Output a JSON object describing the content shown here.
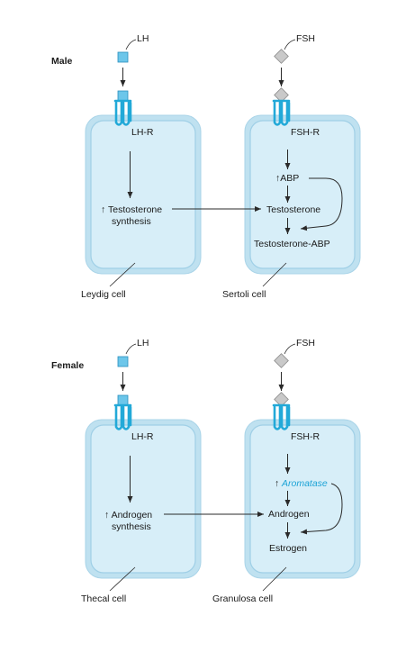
{
  "colors": {
    "cell_fill": "#d7eef8",
    "cell_border": "#9fcfe6",
    "receptor": "#22a9d8",
    "lh_hormone": "#6cc6ea",
    "fsh_hormone": "#c9c9c9",
    "enzyme_text": "#1ca3d6"
  },
  "male": {
    "label": "Male",
    "lh": "LH",
    "fsh": "FSH",
    "lh_receptor": "LH-R",
    "fsh_receptor": "FSH-R",
    "left_cell_text": "↑ Testosterone",
    "left_cell_text2": "synthesis",
    "right_step1": "↑ABP",
    "right_step2": "Testosterone",
    "right_step3": "Testosterone-ABP",
    "left_cell_name": "Leydig cell",
    "right_cell_name": "Sertoli cell"
  },
  "female": {
    "label": "Female",
    "lh": "LH",
    "fsh": "FSH",
    "lh_receptor": "LH-R",
    "fsh_receptor": "FSH-R",
    "left_cell_text": "↑ Androgen",
    "left_cell_text2": "synthesis",
    "right_step1_arrow": "↑",
    "right_step1": "Aromatase",
    "right_step2": "Androgen",
    "right_step3": "Estrogen",
    "left_cell_name": "Thecal cell",
    "right_cell_name": "Granulosa cell"
  }
}
